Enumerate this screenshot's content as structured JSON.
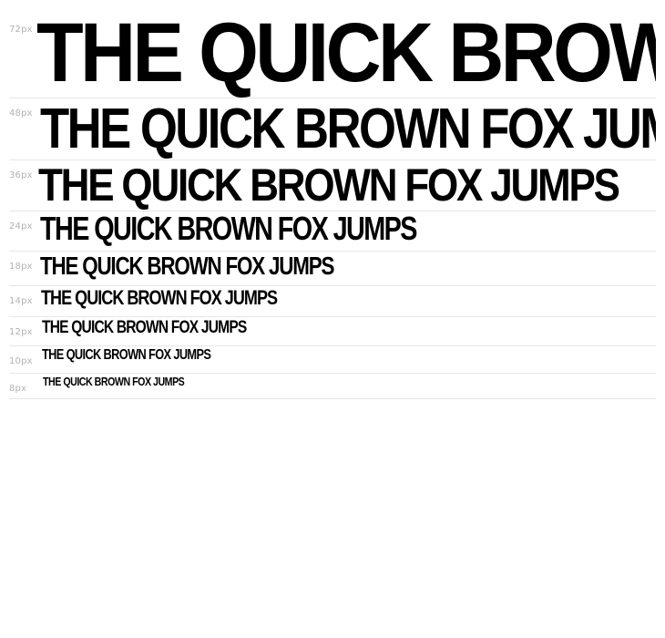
{
  "waterfall": {
    "rows": [
      {
        "size_label": "72px",
        "sample_text": "THE QUICK BROWN FOX JUMPS"
      },
      {
        "size_label": "48px",
        "sample_text": "THE QUICK BROWN FOX JUMPS"
      },
      {
        "size_label": "36px",
        "sample_text": "THE QUICK BROWN FOX JUMPS"
      },
      {
        "size_label": "24px",
        "sample_text": "THE QUICK BROWN FOX JUMPS"
      },
      {
        "size_label": "18px",
        "sample_text": "THE QUICK BROWN FOX JUMPS"
      },
      {
        "size_label": "14px",
        "sample_text": "THE QUICK BROWN FOX JUMPS"
      },
      {
        "size_label": "12px",
        "sample_text": "THE QUICK BROWN FOX JUMPS"
      },
      {
        "size_label": "10px",
        "sample_text": "THE QUICK BROWN FOX JUMPS"
      },
      {
        "size_label": "8px",
        "sample_text": "THE QUICK BROWN FOX JUMPS"
      }
    ]
  },
  "colors": {
    "background": "#ffffff",
    "sample_text": "#000000",
    "size_label": "#b3b3b3",
    "divider": "#e6e6e6"
  }
}
